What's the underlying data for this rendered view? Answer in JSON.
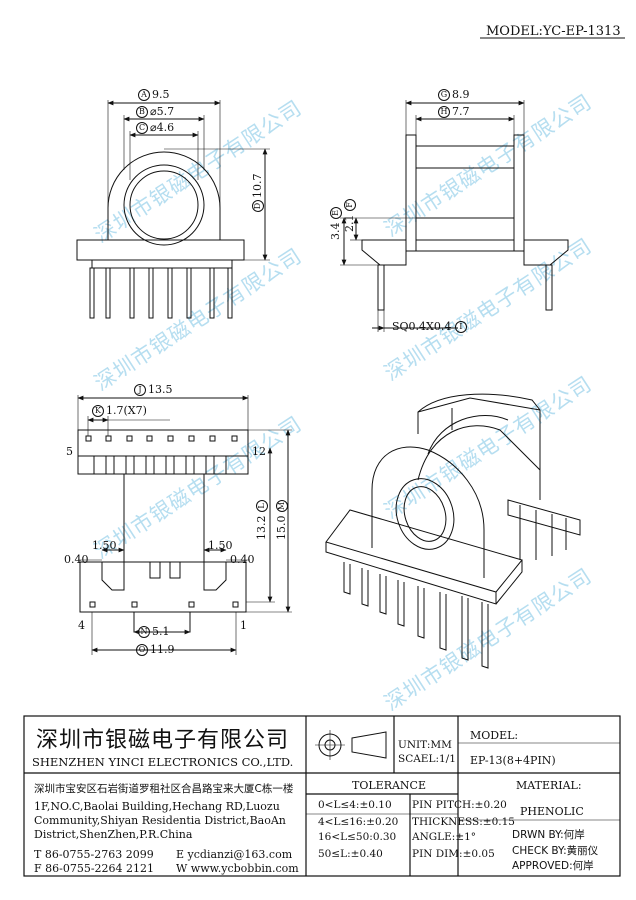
{
  "model_header": "MODEL:YC-EP-1313",
  "watermarks": [
    "深圳市银磁电子有限公司",
    "深圳市银磁电子有限公司",
    "深圳市银磁电子有限公司",
    "深圳市银磁电子有限公司",
    "深圳市银磁电子有限公司",
    "深圳市银磁电子有限公司"
  ],
  "dimensions": {
    "A": {
      "letter": "A",
      "value": "9.5"
    },
    "B": {
      "letter": "B",
      "value": "⌀5.7"
    },
    "C": {
      "letter": "C",
      "value": "⌀4.6"
    },
    "D": {
      "letter": "D",
      "value": "10.7"
    },
    "E": {
      "letter": "E",
      "value": "3.4"
    },
    "F": {
      "letter": "F",
      "value": "2.1"
    },
    "G": {
      "letter": "G",
      "value": "8.9"
    },
    "H": {
      "letter": "H",
      "value": "7.7"
    },
    "I": {
      "letter": "I",
      "value": "SQ0.4X0.4"
    },
    "J": {
      "letter": "J",
      "value": "13.5"
    },
    "K": {
      "letter": "K",
      "value": "1.7(X7)"
    },
    "L": {
      "letter": "L",
      "value": "13.2"
    },
    "M": {
      "letter": "M",
      "value": "15.0"
    },
    "N": {
      "letter": "N",
      "value": "5.1"
    },
    "O": {
      "letter": "O",
      "value": "11.9"
    }
  },
  "small_dims": {
    "left_150": "1.50",
    "right_150": "1.50",
    "left_040": "0.40",
    "right_040": "0.40"
  },
  "pin_labels": {
    "p5": "5",
    "p12": "12",
    "p4": "4",
    "p1": "1"
  },
  "company": {
    "name_cn": "深圳市银磁电子有限公司",
    "name_en": "SHENZHEN YINCI ELECTRONICS CO.,LTD.",
    "address_cn": "深圳市宝安区石岩街道罗租社区合昌路宝来大厦C栋一楼",
    "address_en_1": "1F,NO.C,Baolai Building,Hechang RD,Luozu",
    "address_en_2": "Community,Shiyan Residentia District,BaoAn",
    "address_en_3": "District,ShenZhen,P.R.China",
    "tel": "T 86-0755-2763 2099",
    "fax": "F 86-0755-2264 2121",
    "email": "E ycdianzi@163.com",
    "web": "W www.ycbobbin.com"
  },
  "units": {
    "unit": "UNIT:MM",
    "scale": "SCAEL:1/1"
  },
  "tolerance": {
    "title": "TOLERANCE",
    "rows": [
      {
        "left": "0<L≤4:±0.10",
        "right": "PIN PITCH:±0.20"
      },
      {
        "left": "4<L≤16:±0.20",
        "right": "THICKNESS:±0.15"
      },
      {
        "left": "16<L≤50:0.30",
        "right": "ANGLE:±1°"
      },
      {
        "left": "50≤L:±0.40",
        "right": "PIN DIM:±0.05"
      }
    ]
  },
  "model_block": {
    "label": "MODEL:",
    "value": "EP-13(8+4PIN)"
  },
  "material": {
    "label": "MATERIAL:",
    "value": "PHENOLIC"
  },
  "signoff": {
    "drawn": "DRWN BY:何岸",
    "check": "CHECK BY:黄丽仪",
    "approved": "APPROVED:何岸"
  }
}
